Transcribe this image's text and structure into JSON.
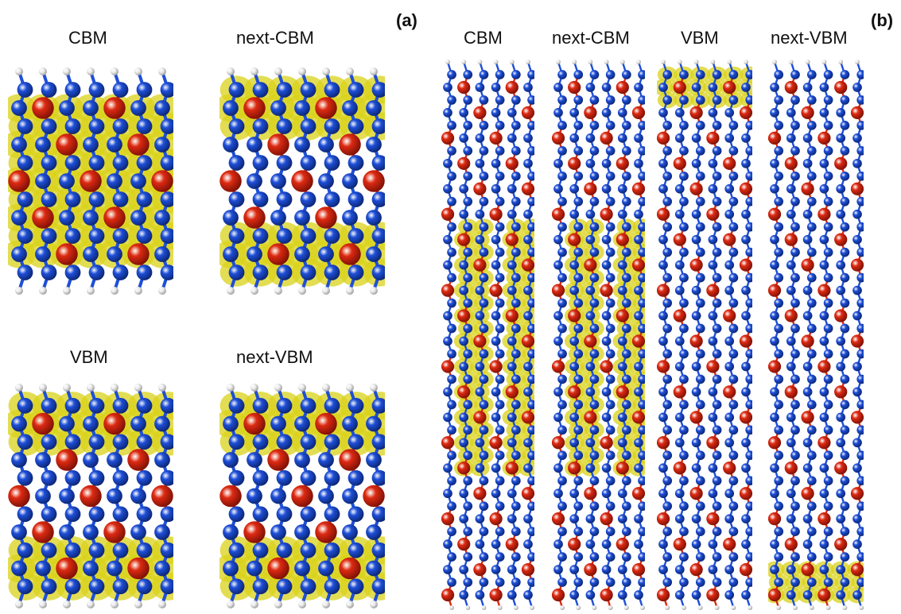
{
  "figure": {
    "part_a": {
      "tag": "(a)",
      "panels": [
        {
          "label": "CBM",
          "density": "middle"
        },
        {
          "label": "next-CBM",
          "density": "edges"
        },
        {
          "label": "VBM",
          "density": "edges"
        },
        {
          "label": "next-VBM",
          "density": "edges"
        }
      ]
    },
    "part_b": {
      "tag": "(b)",
      "panels": [
        {
          "label": "CBM",
          "density": "center"
        },
        {
          "label": "next-CBM",
          "density": "center"
        },
        {
          "label": "VBM",
          "density": "top"
        },
        {
          "label": "next-VBM",
          "density": "bottom"
        }
      ]
    }
  },
  "colors": {
    "metal_atom": "#dd2a12",
    "nonmetal_atom": "#1e4fd8",
    "hydrogen_atom": "#f2f2f2",
    "isosurface": "#d9d21a",
    "isosurface_shade": "#e8801a"
  }
}
